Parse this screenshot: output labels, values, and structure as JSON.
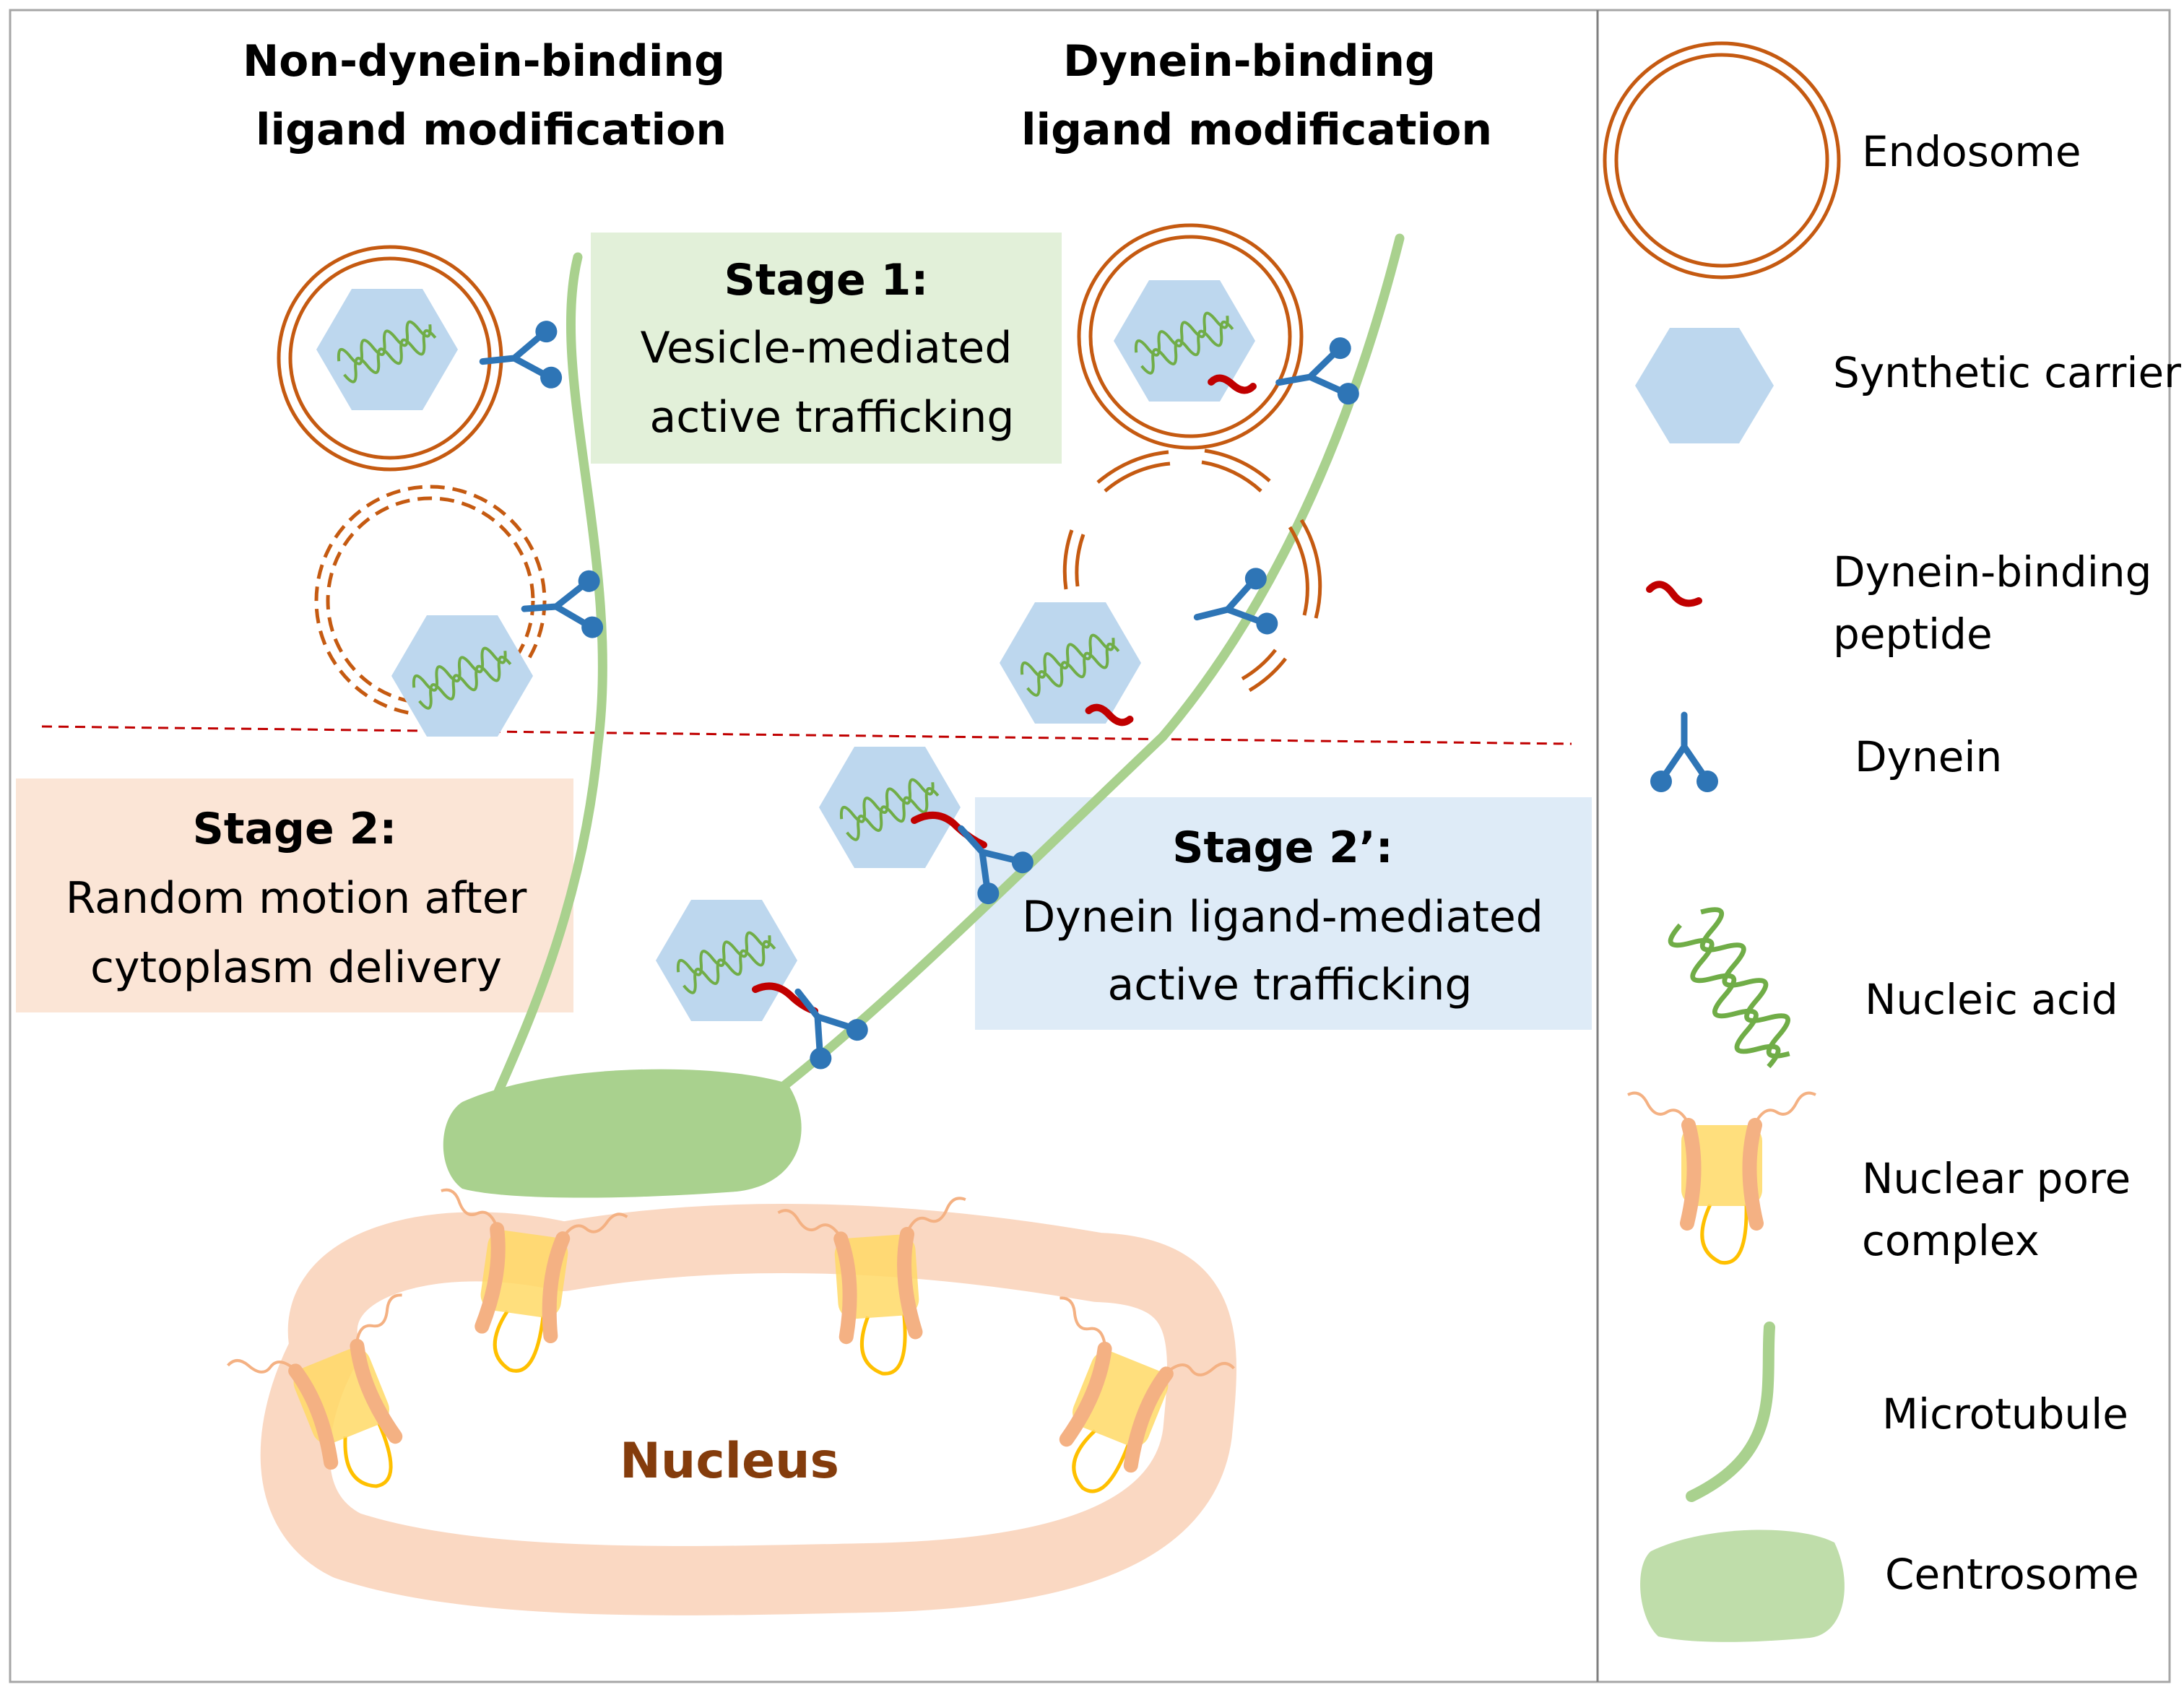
{
  "headings": {
    "left_line1": "Non-dynein-binding",
    "left_line2": "ligand modification",
    "right_line1": "Dynein-binding",
    "right_line2": "ligand modification"
  },
  "stages": {
    "stage1": {
      "title": "Stage 1:",
      "line1": "Vesicle-mediated",
      "line2": "active trafficking",
      "color": "#e2f0d9"
    },
    "stage2": {
      "title": "Stage 2:",
      "line1": "Random motion after",
      "line2": "cytoplasm delivery",
      "color": "#fbe5d6"
    },
    "stage2p": {
      "title": "Stage 2’:",
      "line1": "Dynein ligand-mediated",
      "line2": "active trafficking",
      "color": "#deebf7"
    }
  },
  "nucleus_label": "Nucleus",
  "legend": {
    "items": [
      {
        "icon": "endosome-icon",
        "line1": "Endosome",
        "line2": ""
      },
      {
        "icon": "synthetic-carrier-icon",
        "line1": "Synthetic carrier",
        "line2": ""
      },
      {
        "icon": "dynein-binding-peptide-icon",
        "line1": "Dynein-binding",
        "line2": "peptide"
      },
      {
        "icon": "dynein-icon",
        "line1": "Dynein",
        "line2": ""
      },
      {
        "icon": "nucleic-acid-icon",
        "line1": "Nucleic acid",
        "line2": ""
      },
      {
        "icon": "nuclear-pore-complex-icon",
        "line1": "Nuclear pore",
        "line2": "complex"
      },
      {
        "icon": "microtubule-icon",
        "line1": "Microtubule",
        "line2": ""
      },
      {
        "icon": "centrosome-icon",
        "line1": "Centrosome",
        "line2": ""
      }
    ]
  },
  "colors": {
    "endosome": "#c55a11",
    "carrier": "#bdd7ee",
    "peptide": "#c00000",
    "dynein": "#2e75b6",
    "nucleic_acid": "#70ad47",
    "microtubule": "#a9d18e",
    "centrosome": "#a9d18e",
    "nucleus_membrane": "#f8cbad",
    "pore_body": "#ffd966",
    "nucleus_text": "#843c0c",
    "divider": "#c00000"
  }
}
